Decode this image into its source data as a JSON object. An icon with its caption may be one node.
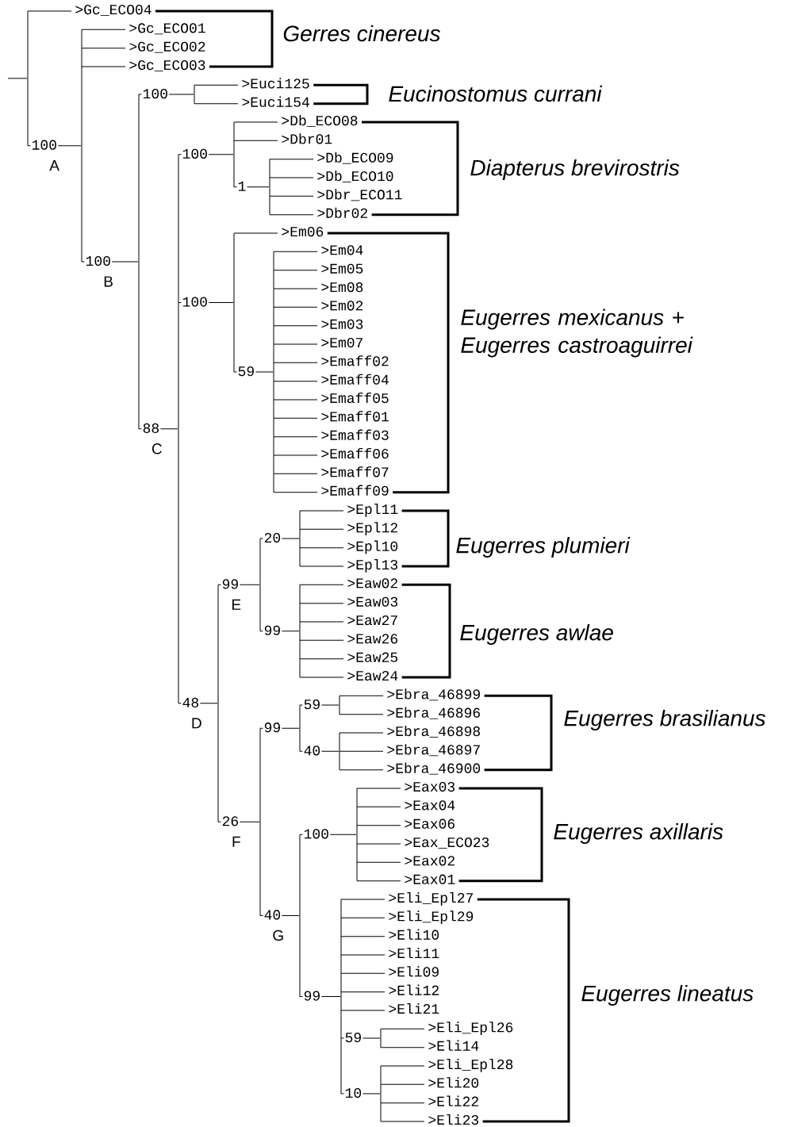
{
  "diagram": {
    "nodes": [
      {
        "text": [],
        "shape": "bar"
      },
      {
        "text": [
          ">Gc_ECO04"
        ]
      },
      {
        "text": [],
        "shape": "bar"
      },
      {
        "text": [
          ">Gc_ECO01"
        ]
      },
      {
        "text": [
          ">Gc_ECO02"
        ]
      },
      {
        "text": [
          ">Gc_ECO03"
        ]
      },
      {
        "text": [],
        "shape": "bar"
      },
      {
        "text": [],
        "shape": "bar"
      },
      {
        "text": [
          ">Euci125"
        ]
      },
      {
        "text": [
          ">Euci154"
        ]
      },
      {
        "text": [],
        "shape": "bar"
      },
      {
        "text": [],
        "shape": "bar"
      },
      {
        "text": [
          ">Db_ECO08"
        ]
      },
      {
        "text": [
          ">Dbr01"
        ]
      },
      {
        "text": [],
        "shape": "bar"
      },
      {
        "text": [
          ">Db_ECO09"
        ]
      },
      {
        "text": [
          ">Db_ECO10"
        ]
      },
      {
        "text": [
          ">Dbr_ECO11"
        ]
      },
      {
        "text": [
          ">Dbr02"
        ]
      },
      {
        "text": [],
        "shape": "bar"
      },
      {
        "text": [
          ">Em06"
        ]
      },
      {
        "text": [],
        "shape": "bar"
      },
      {
        "text": [
          ">Em04"
        ]
      },
      {
        "text": [
          ">Em05"
        ]
      },
      {
        "text": [
          ">Em08"
        ]
      },
      {
        "text": [
          ">Em02"
        ]
      },
      {
        "text": [
          ">Em03"
        ]
      },
      {
        "text": [
          ">Em07"
        ]
      },
      {
        "text": [
          ">Emaff02"
        ]
      },
      {
        "text": [
          ">Emaff04"
        ]
      },
      {
        "text": [
          ">Emaff05"
        ]
      },
      {
        "text": [
          ">Emaff01"
        ]
      },
      {
        "text": [
          ">Emaff03"
        ]
      },
      {
        "text": [
          ">Emaff06"
        ]
      },
      {
        "text": [
          ">Emaff07"
        ]
      },
      {
        "text": [
          ">Emaff09"
        ]
      },
      {
        "text": [],
        "shape": "bar"
      },
      {
        "text": [],
        "shape": "bar"
      },
      {
        "text": [],
        "shape": "bar"
      },
      {
        "text": [
          ">Epl11"
        ]
      },
      {
        "text": [
          ">Epl12"
        ]
      },
      {
        "text": [
          ">Epl10"
        ]
      },
      {
        "text": [
          ">Epl13"
        ]
      },
      {
        "text": [],
        "shape": "bar"
      },
      {
        "text": [
          ">Eaw02"
        ]
      },
      {
        "text": [
          ">Eaw03"
        ]
      },
      {
        "text": [
          ">Eaw27"
        ]
      },
      {
        "text": [
          ">Eaw26"
        ]
      },
      {
        "text": [
          ">Eaw25"
        ]
      },
      {
        "text": [
          ">Eaw24"
        ]
      },
      {
        "text": [],
        "shape": "bar"
      },
      {
        "text": [],
        "shape": "bar"
      },
      {
        "text": [],
        "shape": "bar"
      },
      {
        "text": [
          ">Ebra_46899"
        ]
      },
      {
        "text": [
          ">Ebra_46896"
        ]
      },
      {
        "text": [],
        "shape": "bar"
      },
      {
        "text": [
          ">Ebra_46898"
        ]
      },
      {
        "text": [
          ">Ebra_46897"
        ]
      },
      {
        "text": [
          ">Ebra_46900"
        ]
      },
      {
        "text": [],
        "shape": "bar"
      },
      {
        "text": [],
        "shape": "bar"
      },
      {
        "text": [
          ">Eax03"
        ]
      },
      {
        "text": [
          ">Eax04"
        ]
      },
      {
        "text": [
          ">Eax06"
        ]
      },
      {
        "text": [
          ">Eax_ECO23"
        ]
      },
      {
        "text": [
          ">Eax02"
        ]
      },
      {
        "text": [
          ">Eax01"
        ]
      },
      {
        "text": [],
        "shape": "bar"
      },
      {
        "text": [
          ">Eli_Epl27"
        ]
      },
      {
        "text": [
          ">Eli_Epl29"
        ]
      },
      {
        "text": [
          ">Eli10"
        ]
      },
      {
        "text": [
          ">Eli11"
        ]
      },
      {
        "text": [
          ">Eli09"
        ]
      },
      {
        "text": [
          ">Eli12"
        ]
      },
      {
        "text": [
          ">Eli21"
        ]
      },
      {
        "text": [],
        "shape": "bar"
      },
      {
        "text": [
          ">Eli_Epl26"
        ]
      },
      {
        "text": [
          ">Eli14"
        ]
      },
      {
        "text": [],
        "shape": "bar"
      },
      {
        "text": [
          ">Eli_Epl28"
        ]
      },
      {
        "text": [
          ">Eli20"
        ]
      },
      {
        "text": [
          ">Eli22"
        ]
      },
      {
        "text": [
          ">Eli23"
        ]
      }
    ],
    "edges": [
      {
        "from": null,
        "to": 0,
        "arrow": "none"
      },
      {
        "from": 0,
        "to": 1,
        "arrow": "none"
      },
      {
        "from": 0,
        "to": 2,
        "arrow": "none",
        "label": "100"
      },
      {
        "from": 2,
        "to": 3,
        "arrow": "none"
      },
      {
        "from": 2,
        "to": 4,
        "arrow": "none"
      },
      {
        "from": 2,
        "to": 5,
        "arrow": "none"
      },
      {
        "from": 2,
        "to": 6,
        "arrow": "none",
        "label": "100"
      },
      {
        "from": 6,
        "to": 7,
        "arrow": "none",
        "label": "100"
      },
      {
        "from": 7,
        "to": 8,
        "arrow": "none"
      },
      {
        "from": 7,
        "to": 9,
        "arrow": "none"
      },
      {
        "from": 6,
        "to": 10,
        "arrow": "none",
        "label": "88"
      },
      {
        "from": 10,
        "to": 11,
        "arrow": "none",
        "label": "100"
      },
      {
        "from": 11,
        "to": 12,
        "arrow": "none"
      },
      {
        "from": 11,
        "to": 13,
        "arrow": "none"
      },
      {
        "from": 11,
        "to": 14,
        "arrow": "none",
        "label": "1"
      },
      {
        "from": 14,
        "to": 15,
        "arrow": "none"
      },
      {
        "from": 14,
        "to": 16,
        "arrow": "none"
      },
      {
        "from": 14,
        "to": 17,
        "arrow": "none"
      },
      {
        "from": 14,
        "to": 18,
        "arrow": "none"
      },
      {
        "from": 10,
        "to": 19,
        "arrow": "none",
        "label": "100"
      },
      {
        "from": 19,
        "to": 20,
        "arrow": "none"
      },
      {
        "from": 19,
        "to": 21,
        "arrow": "none",
        "label": "59"
      },
      {
        "from": 21,
        "to": 22,
        "arrow": "none"
      },
      {
        "from": 21,
        "to": 23,
        "arrow": "none"
      },
      {
        "from": 21,
        "to": 24,
        "arrow": "none"
      },
      {
        "from": 21,
        "to": 25,
        "arrow": "none"
      },
      {
        "from": 21,
        "to": 26,
        "arrow": "none"
      },
      {
        "from": 21,
        "to": 27,
        "arrow": "none"
      },
      {
        "from": 21,
        "to": 28,
        "arrow": "none"
      },
      {
        "from": 21,
        "to": 29,
        "arrow": "none"
      },
      {
        "from": 21,
        "to": 30,
        "arrow": "none"
      },
      {
        "from": 21,
        "to": 31,
        "arrow": "none"
      },
      {
        "from": 21,
        "to": 32,
        "arrow": "none"
      },
      {
        "from": 21,
        "to": 33,
        "arrow": "none"
      },
      {
        "from": 21,
        "to": 34,
        "arrow": "none"
      },
      {
        "from": 21,
        "to": 35,
        "arrow": "none"
      },
      {
        "from": 10,
        "to": 36,
        "arrow": "none",
        "label": "48"
      },
      {
        "from": 36,
        "to": 37,
        "arrow": "none",
        "label": "99"
      },
      {
        "from": 37,
        "to": 38,
        "arrow": "none",
        "label": "20"
      },
      {
        "from": 38,
        "to": 39,
        "arrow": "none"
      },
      {
        "from": 38,
        "to": 40,
        "arrow": "none"
      },
      {
        "from": 38,
        "to": 41,
        "arrow": "none"
      },
      {
        "from": 38,
        "to": 42,
        "arrow": "none"
      },
      {
        "from": 37,
        "to": 43,
        "arrow": "none",
        "label": "99"
      },
      {
        "from": 43,
        "to": 44,
        "arrow": "none"
      },
      {
        "from": 43,
        "to": 45,
        "arrow": "none"
      },
      {
        "from": 43,
        "to": 46,
        "arrow": "none"
      },
      {
        "from": 43,
        "to": 47,
        "arrow": "none"
      },
      {
        "from": 43,
        "to": 48,
        "arrow": "none"
      },
      {
        "from": 43,
        "to": 49,
        "arrow": "none"
      },
      {
        "from": 36,
        "to": 50,
        "arrow": "none",
        "label": "26"
      },
      {
        "from": 50,
        "to": 51,
        "arrow": "none",
        "label": "99"
      },
      {
        "from": 51,
        "to": 52,
        "arrow": "none",
        "label": "59"
      },
      {
        "from": 52,
        "to": 53,
        "arrow": "none"
      },
      {
        "from": 52,
        "to": 54,
        "arrow": "none"
      },
      {
        "from": 51,
        "to": 55,
        "arrow": "none",
        "label": "40"
      },
      {
        "from": 55,
        "to": 56,
        "arrow": "none"
      },
      {
        "from": 55,
        "to": 57,
        "arrow": "none"
      },
      {
        "from": 55,
        "to": 58,
        "arrow": "none"
      },
      {
        "from": 50,
        "to": 59,
        "arrow": "none",
        "label": "40"
      },
      {
        "from": 59,
        "to": 60,
        "arrow": "none",
        "label": "100"
      },
      {
        "from": 60,
        "to": 61,
        "arrow": "none"
      },
      {
        "from": 60,
        "to": 62,
        "arrow": "none"
      },
      {
        "from": 60,
        "to": 63,
        "arrow": "none"
      },
      {
        "from": 60,
        "to": 64,
        "arrow": "none"
      },
      {
        "from": 60,
        "to": 65,
        "arrow": "none"
      },
      {
        "from": 60,
        "to": 66,
        "arrow": "none"
      },
      {
        "from": 59,
        "to": 67,
        "arrow": "none",
        "label": "99"
      },
      {
        "from": 67,
        "to": 68,
        "arrow": "none"
      },
      {
        "from": 67,
        "to": 69,
        "arrow": "none"
      },
      {
        "from": 67,
        "to": 70,
        "arrow": "none"
      },
      {
        "from": 67,
        "to": 71,
        "arrow": "none"
      },
      {
        "from": 67,
        "to": 72,
        "arrow": "none"
      },
      {
        "from": 67,
        "to": 73,
        "arrow": "none"
      },
      {
        "from": 67,
        "to": 74,
        "arrow": "none"
      },
      {
        "from": 67,
        "to": 75,
        "arrow": "none",
        "label": "59"
      },
      {
        "from": 75,
        "to": 76,
        "arrow": "none"
      },
      {
        "from": 75,
        "to": 77,
        "arrow": "none"
      },
      {
        "from": 67,
        "to": 78,
        "arrow": "none",
        "label": "10"
      },
      {
        "from": 78,
        "to": 79,
        "arrow": "none"
      },
      {
        "from": 78,
        "to": 80,
        "arrow": "none"
      },
      {
        "from": 78,
        "to": 81,
        "arrow": "none"
      },
      {
        "from": 78,
        "to": 82,
        "arrow": "none"
      }
    ],
    "labels": [
      "*Gerres cinereus*",
      "*Eucinostomus currani*",
      "A",
      "*Diapterus brevirostris*",
      "B",
      "*Eugerres mexicanus* + *Eugerres castroaguirrei*",
      "C",
      "*Eugerres plumieri*",
      "E",
      "*Eugerres awlae*",
      "D",
      "*Eugerres brasilianus*",
      "*Eugerres axillaris*",
      "F",
      "G",
      "*Eugerres lineatus*"
    ]
  }
}
